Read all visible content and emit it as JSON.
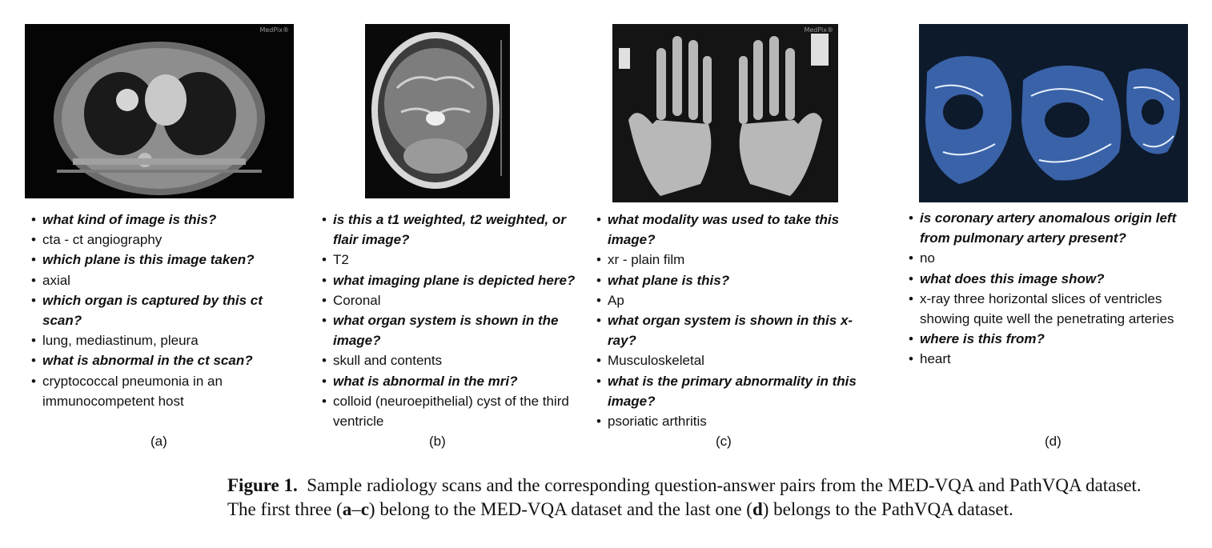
{
  "panels": [
    {
      "label": "(a)",
      "watermark": "MedPix®",
      "qa": [
        {
          "type": "q",
          "text": "what kind of image is this?"
        },
        {
          "type": "a",
          "text": "cta - ct angiography"
        },
        {
          "type": "q",
          "text": "which plane is this image taken?"
        },
        {
          "type": "a",
          "text": "axial"
        },
        {
          "type": "q",
          "text": "which organ is captured by this ct scan?"
        },
        {
          "type": "a",
          "text": "lung, mediastinum, pleura"
        },
        {
          "type": "q",
          "text": "what is abnormal in the ct scan?"
        },
        {
          "type": "a",
          "text": "cryptococcal pneumonia in an immunocompetent host"
        }
      ]
    },
    {
      "label": "(b)",
      "qa": [
        {
          "type": "q",
          "text": "is this a t1 weighted, t2 weighted, or flair image?"
        },
        {
          "type": "a",
          "text": "T2"
        },
        {
          "type": "q",
          "text": "what imaging plane is depicted here?"
        },
        {
          "type": "a",
          "text": "Coronal"
        },
        {
          "type": "q",
          "text": "what organ system is shown in the image?"
        },
        {
          "type": "a",
          "text": "skull and contents"
        },
        {
          "type": "q",
          "text": "what is abnormal in the mri?"
        },
        {
          "type": "a",
          "text": "colloid (neuroepithelial) cyst of the third ventricle"
        }
      ]
    },
    {
      "label": "(c)",
      "watermark": "MedPix®",
      "qa": [
        {
          "type": "q",
          "text": "what modality was used to take this image?"
        },
        {
          "type": "a",
          "text": "xr - plain film"
        },
        {
          "type": "q",
          "text": "what plane is this?"
        },
        {
          "type": "a",
          "text": "Ap"
        },
        {
          "type": "q",
          "text": "what organ system is shown in this x-ray?"
        },
        {
          "type": "a",
          "text": "Musculoskeletal"
        },
        {
          "type": "q",
          "text": "what is the primary abnormality in this image?"
        },
        {
          "type": "a",
          "text": "psoriatic arthritis"
        }
      ]
    },
    {
      "label": "(d)",
      "qa": [
        {
          "type": "q",
          "text": "is coronary artery anomalous origin left from pulmonary artery present?"
        },
        {
          "type": "a",
          "text": "no"
        },
        {
          "type": "q",
          "text": "what does this image show?"
        },
        {
          "type": "a",
          "text": "x-ray three horizontal slices of ventricles showing quite well the penetrating arteries"
        },
        {
          "type": "q",
          "text": "where is this from?"
        },
        {
          "type": "a",
          "text": "heart"
        }
      ]
    }
  ],
  "caption": {
    "label": "Figure 1.",
    "text_1": "Sample radiology scans and the corresponding question-answer pairs from the MED-VQA and PathVQA dataset. The first three (",
    "range_start": "a",
    "range_sep": "–",
    "range_end": "c",
    "text_2": ") belong to the MED-VQA dataset and the last one (",
    "last": "d",
    "text_3": ") belongs to the PathVQA dataset."
  }
}
